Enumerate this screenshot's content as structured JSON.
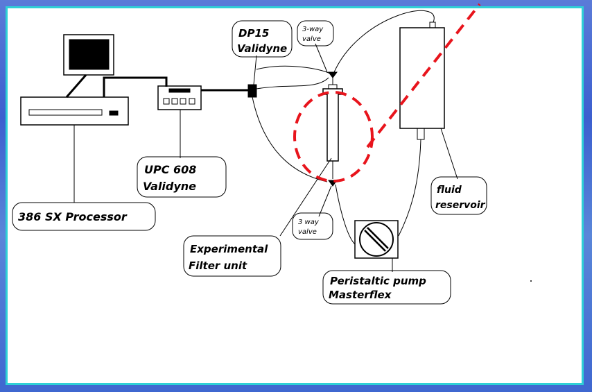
{
  "labels": {
    "processor": "386 SX Processor",
    "upc_line1": "UPC 608",
    "upc_line2": "Validyne",
    "dp_line1": "DP15",
    "dp_line2": "Validyne",
    "valve_top_line1": "3-way",
    "valve_top_line2": "valve",
    "valve_bottom_line1": "3 way",
    "valve_bottom_line2": "valve",
    "filter_line1": "Experimental",
    "filter_line2": "Filter unit",
    "reservoir_line1": "fluid",
    "reservoir_line2": "reservoir",
    "pump_line1": "Peristaltic pump",
    "pump_line2": "Masterflex"
  },
  "colors": {
    "frame_border": "#2fd0d6",
    "highlight": "#e8141c",
    "background_blue": "#3c5fcf"
  }
}
